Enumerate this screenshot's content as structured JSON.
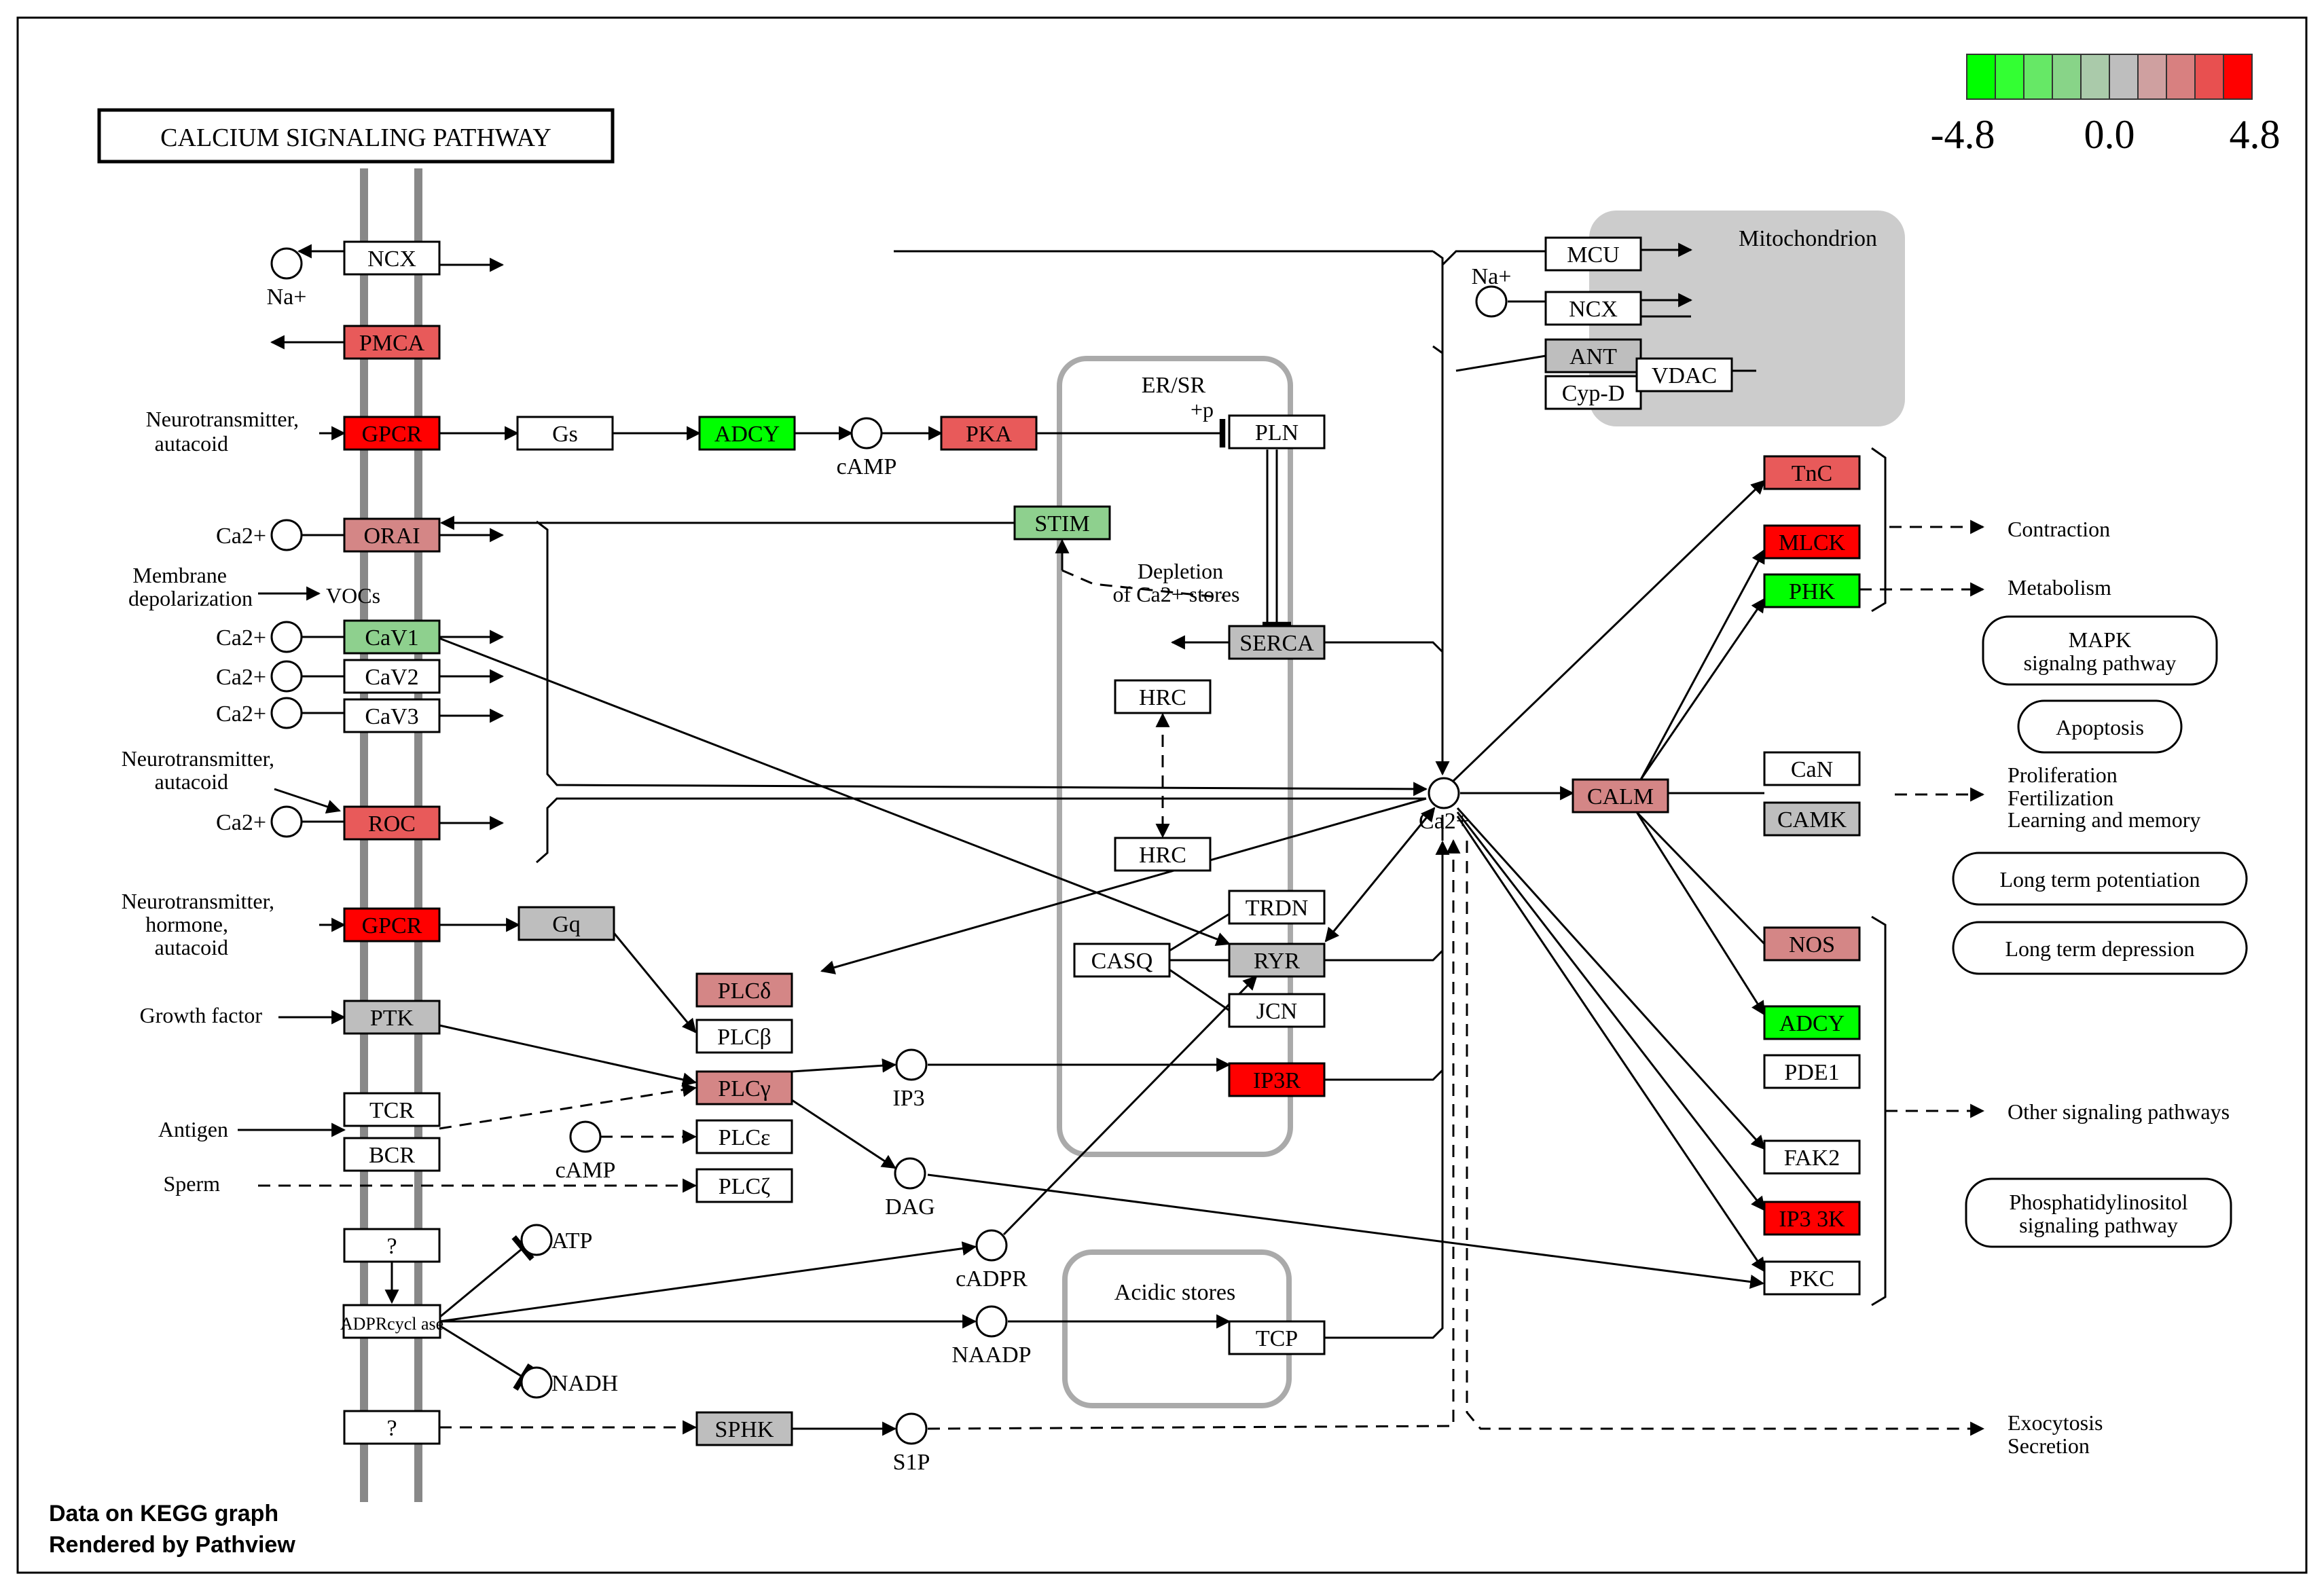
{
  "title": "CALCIUM SIGNALING PATHWAY",
  "footer": {
    "line1": "Data on KEGG graph",
    "line2": "Rendered by Pathview"
  },
  "legend": {
    "min_label": "-4.8",
    "mid_label": "0.0",
    "max_label": "4.8",
    "colors": [
      "#00ff00",
      "#33ff33",
      "#66e866",
      "#88d488",
      "#aacaaa",
      "#bebebe",
      "#cfa0a0",
      "#d88080",
      "#e85050",
      "#ff0000"
    ]
  },
  "palette": {
    "white": "#ffffff",
    "gray": "#bebebe",
    "red_strong": "#ff0000",
    "red_mid": "#e85a5a",
    "red_light": "#d48686",
    "green_strong": "#00ff00",
    "green_light": "#8ed08e",
    "compartment_gray": "#cccccc",
    "er_outline": "#aaaaaa"
  },
  "compartments": {
    "er_label": "ER/SR",
    "acidic_label": "Acidic stores",
    "mito_label": "Mitochondrion"
  },
  "genes": [
    {
      "id": "NCX",
      "label": "NCX",
      "color": "white"
    },
    {
      "id": "PMCA",
      "label": "PMCA",
      "color": "red_mid"
    },
    {
      "id": "GPCR1",
      "label": "GPCR",
      "color": "red_strong"
    },
    {
      "id": "Gs",
      "label": "Gs",
      "color": "white"
    },
    {
      "id": "ADCY1",
      "label": "ADCY",
      "color": "green_strong"
    },
    {
      "id": "PKA",
      "label": "PKA",
      "color": "red_mid"
    },
    {
      "id": "PLN",
      "label": "PLN",
      "color": "white"
    },
    {
      "id": "ORAI",
      "label": "ORAI",
      "color": "red_light"
    },
    {
      "id": "STIM",
      "label": "STIM",
      "color": "green_light"
    },
    {
      "id": "CaV1",
      "label": "CaV1",
      "color": "green_light"
    },
    {
      "id": "CaV2",
      "label": "CaV2",
      "color": "white"
    },
    {
      "id": "CaV3",
      "label": "CaV3",
      "color": "white"
    },
    {
      "id": "SERCA",
      "label": "SERCA",
      "color": "gray"
    },
    {
      "id": "HRC1",
      "label": "HRC",
      "color": "white"
    },
    {
      "id": "ROC",
      "label": "ROC",
      "color": "red_mid"
    },
    {
      "id": "HRC2",
      "label": "HRC",
      "color": "white"
    },
    {
      "id": "GPCR2",
      "label": "GPCR",
      "color": "red_strong"
    },
    {
      "id": "Gq",
      "label": "Gq",
      "color": "gray"
    },
    {
      "id": "TRDN",
      "label": "TRDN",
      "color": "white"
    },
    {
      "id": "CASQ",
      "label": "CASQ",
      "color": "white"
    },
    {
      "id": "RYR",
      "label": "RYR",
      "color": "gray"
    },
    {
      "id": "PLCd",
      "label": "PLCδ",
      "color": "red_light"
    },
    {
      "id": "JCN",
      "label": "JCN",
      "color": "white"
    },
    {
      "id": "PTK",
      "label": "PTK",
      "color": "gray"
    },
    {
      "id": "PLCb",
      "label": "PLCβ",
      "color": "white"
    },
    {
      "id": "PLCg",
      "label": "PLCγ",
      "color": "red_light"
    },
    {
      "id": "IP3R",
      "label": "IP3R",
      "color": "red_strong"
    },
    {
      "id": "TCR",
      "label": "TCR",
      "color": "white"
    },
    {
      "id": "BCR",
      "label": "BCR",
      "color": "white"
    },
    {
      "id": "PLCe",
      "label": "PLCε",
      "color": "white"
    },
    {
      "id": "PLCz",
      "label": "PLCζ",
      "color": "white"
    },
    {
      "id": "Q1",
      "label": "?",
      "color": "white"
    },
    {
      "id": "ADPRcyclase",
      "label": "ADPRcycl ase",
      "color": "white"
    },
    {
      "id": "TCP",
      "label": "TCP",
      "color": "white"
    },
    {
      "id": "Q2",
      "label": "?",
      "color": "white"
    },
    {
      "id": "SPHK",
      "label": "SPHK",
      "color": "gray"
    },
    {
      "id": "MCU",
      "label": "MCU",
      "color": "white"
    },
    {
      "id": "NCX2",
      "label": "NCX",
      "color": "white"
    },
    {
      "id": "ANT",
      "label": "ANT",
      "color": "gray"
    },
    {
      "id": "CypD",
      "label": "Cyp-D",
      "color": "white"
    },
    {
      "id": "VDAC",
      "label": "VDAC",
      "color": "white"
    },
    {
      "id": "TnC",
      "label": "TnC",
      "color": "red_mid"
    },
    {
      "id": "MLCK",
      "label": "MLCK",
      "color": "red_strong"
    },
    {
      "id": "PHK",
      "label": "PHK",
      "color": "green_strong"
    },
    {
      "id": "CALM",
      "label": "CALM",
      "color": "red_light"
    },
    {
      "id": "CaN",
      "label": "CaN",
      "color": "white"
    },
    {
      "id": "CAMK",
      "label": "CAMK",
      "color": "gray"
    },
    {
      "id": "NOS",
      "label": "NOS",
      "color": "red_light"
    },
    {
      "id": "ADCY2",
      "label": "ADCY",
      "color": "green_strong"
    },
    {
      "id": "PDE1",
      "label": "PDE1",
      "color": "white"
    },
    {
      "id": "FAK2",
      "label": "FAK2",
      "color": "white"
    },
    {
      "id": "IP33K",
      "label": "IP3 3K",
      "color": "red_strong"
    },
    {
      "id": "PKC",
      "label": "PKC",
      "color": "white"
    }
  ],
  "pathways": [
    {
      "id": "mapk",
      "lines": [
        "MAPK",
        "signalng pathway"
      ]
    },
    {
      "id": "apoptosis",
      "lines": [
        "Apoptosis"
      ]
    },
    {
      "id": "ltp",
      "lines": [
        "Long term potentiation"
      ]
    },
    {
      "id": "ltd",
      "lines": [
        "Long term depression"
      ]
    },
    {
      "id": "pi",
      "lines": [
        "Phosphatidylinositol",
        "signaling pathway"
      ]
    }
  ],
  "compounds": [
    {
      "id": "Na1",
      "label": "Na+"
    },
    {
      "id": "cAMP1",
      "label": "cAMP"
    },
    {
      "id": "Ca1",
      "label": "Ca2+"
    },
    {
      "id": "Ca2",
      "label": "Ca2+"
    },
    {
      "id": "Ca3",
      "label": "Ca2+"
    },
    {
      "id": "Ca4",
      "label": "Ca2+"
    },
    {
      "id": "Ca5",
      "label": "Ca2+"
    },
    {
      "id": "IP3",
      "label": "IP3"
    },
    {
      "id": "cAMP2",
      "label": "cAMP"
    },
    {
      "id": "DAG",
      "label": "DAG"
    },
    {
      "id": "ATP",
      "label": "ATP"
    },
    {
      "id": "cADPR",
      "label": "cADPR"
    },
    {
      "id": "NAADP",
      "label": "NAADP"
    },
    {
      "id": "NADH",
      "label": "NADH"
    },
    {
      "id": "S1P",
      "label": "S1P"
    },
    {
      "id": "CaCenter",
      "label": "Ca2+"
    },
    {
      "id": "Na2",
      "label": "Na+"
    }
  ],
  "text_labels": [
    {
      "id": "nt1a",
      "text": "Neurotransmitter,"
    },
    {
      "id": "nt1b",
      "text": "autacoid"
    },
    {
      "id": "membrane1",
      "text": "Membrane"
    },
    {
      "id": "membrane2",
      "text": "depolarization"
    },
    {
      "id": "vocs",
      "text": "VOCs"
    },
    {
      "id": "nt2a",
      "text": "Neurotransmitter,"
    },
    {
      "id": "nt2b",
      "text": "autacoid"
    },
    {
      "id": "nt3a",
      "text": "Neurotransmitter,"
    },
    {
      "id": "nt3b",
      "text": "hormone,"
    },
    {
      "id": "nt3c",
      "text": "autacoid"
    },
    {
      "id": "growth",
      "text": "Growth factor"
    },
    {
      "id": "antigen",
      "text": "Antigen"
    },
    {
      "id": "sperm",
      "text": "Sperm"
    },
    {
      "id": "depletion1",
      "text": "Depletion"
    },
    {
      "id": "depletion2",
      "text": "of Ca2+ stores"
    },
    {
      "id": "plusp",
      "text": "+p"
    },
    {
      "id": "contraction",
      "text": "Contraction"
    },
    {
      "id": "metabolism",
      "text": "Metabolism"
    },
    {
      "id": "prolif1",
      "text": "Proliferation"
    },
    {
      "id": "prolif2",
      "text": "Fertilization"
    },
    {
      "id": "prolif3",
      "text": "Learning and memory"
    },
    {
      "id": "other",
      "text": "Other signaling pathways"
    },
    {
      "id": "exo1",
      "text": "Exocytosis"
    },
    {
      "id": "exo2",
      "text": "Secretion"
    }
  ]
}
